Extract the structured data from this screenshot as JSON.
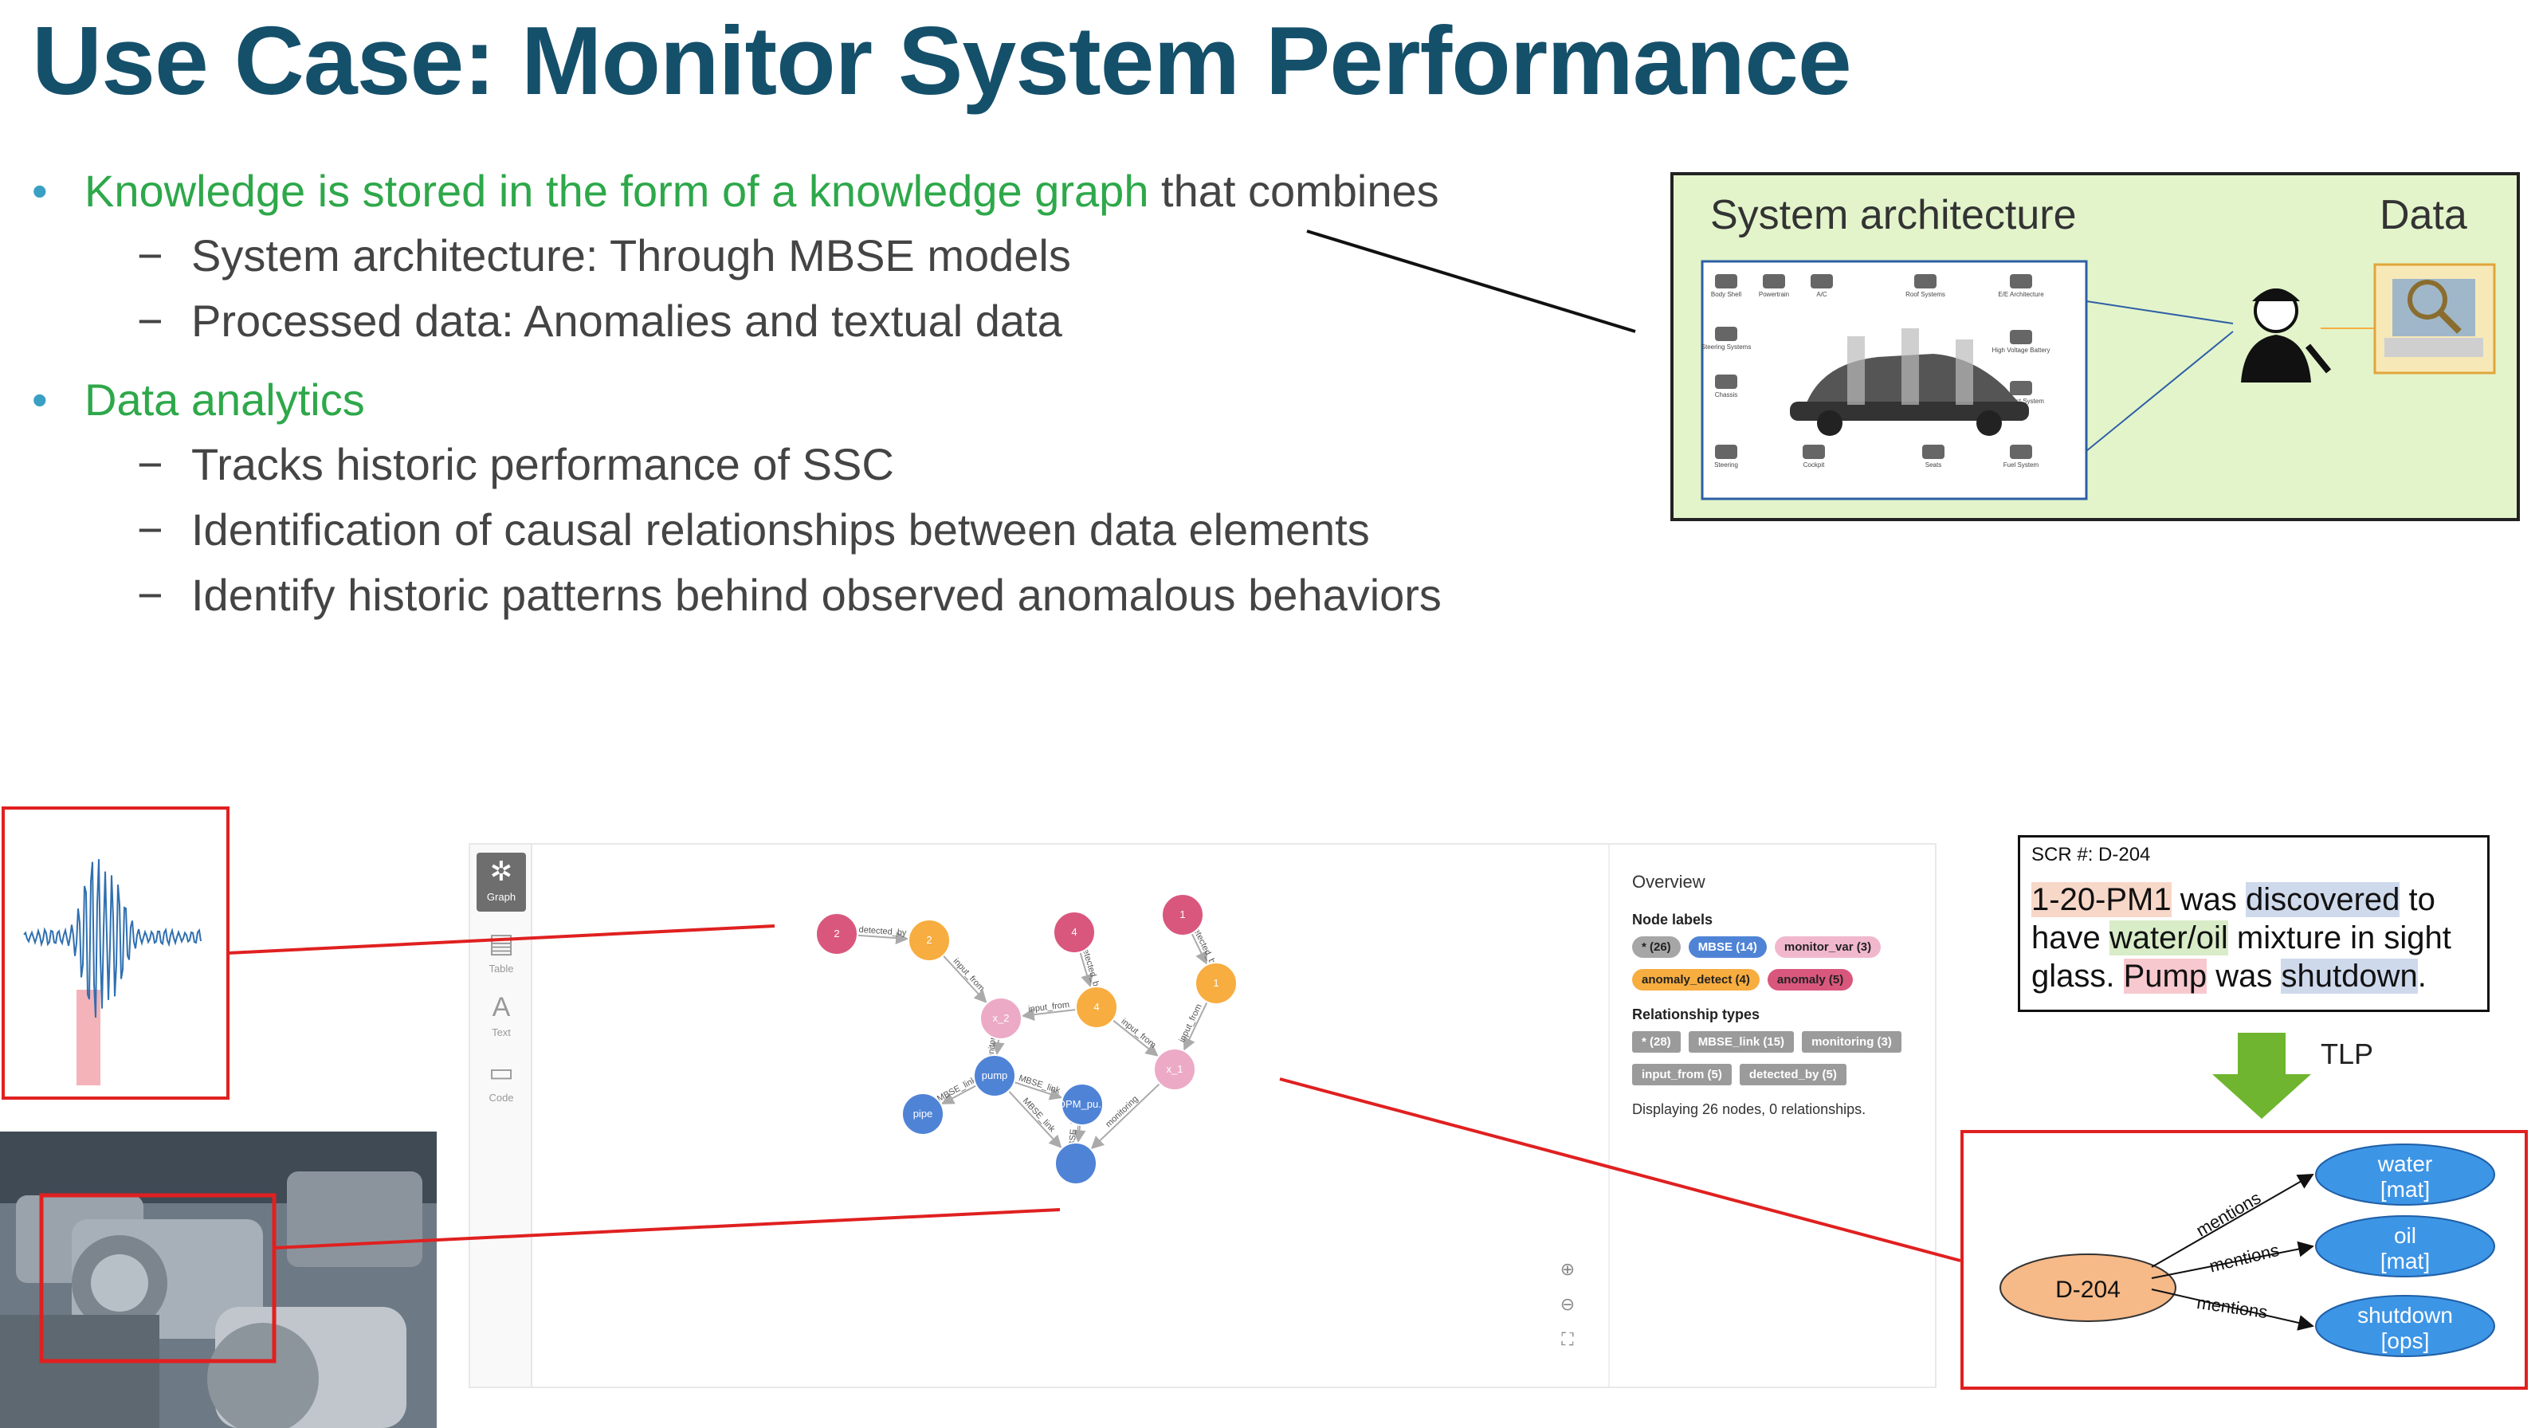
{
  "title": "Use Case: Monitor System Performance",
  "bullets": [
    {
      "green_text": "Knowledge is stored in the form of a knowledge graph",
      "rest_text": " that combines",
      "sub": [
        "System architecture: Through MBSE models",
        "Processed data: Anomalies and textual data"
      ]
    },
    {
      "green_text": "Data analytics",
      "rest_text": "",
      "sub": [
        "Tracks historic performance of SSC",
        "Identification of causal relationships between data elements",
        "Identify historic patterns behind observed anomalous behaviors"
      ]
    }
  ],
  "bullet_glyph": "•",
  "dash_glyph": "−",
  "system_box": {
    "label_left": "System architecture",
    "label_right": "Data",
    "car_part_labels": [
      "Body Shell",
      "Powertrain",
      "A/C",
      "Roof Systems",
      "E/E Architecture",
      "Steering Systems",
      "High Voltage Battery",
      "Chassis",
      "Exhaust System",
      "Steering",
      "Cockpit",
      "Seats",
      "Fuel System"
    ]
  },
  "graph_panel": {
    "sidebar": [
      {
        "label": "Graph",
        "icon": "graph-icon",
        "active": true
      },
      {
        "label": "Table",
        "icon": "table-icon",
        "active": false
      },
      {
        "label": "Text",
        "icon": "text-icon",
        "active": false
      },
      {
        "label": "Code",
        "icon": "code-icon",
        "active": false
      }
    ],
    "overview": {
      "heading": "Overview",
      "node_labels_heading": "Node labels",
      "node_labels": [
        {
          "text": "* (26)",
          "color": "#a6a6a6"
        },
        {
          "text": "MBSE (14)",
          "color": "#4f83d6"
        },
        {
          "text": "monitor_var (3)",
          "color": "#f1b8cd"
        },
        {
          "text": "anomaly_detect (4)",
          "color": "#f7ad3f"
        },
        {
          "text": "anomaly (5)",
          "color": "#d9577d"
        }
      ],
      "rel_types_heading": "Relationship types",
      "rel_types": [
        "* (28)",
        "MBSE_link (15)",
        "monitoring (3)",
        "input_from (5)",
        "detected_by (5)"
      ],
      "footer": "Displaying 26 nodes, 0 relationships."
    },
    "zoom_icons": [
      "zoom-in-icon",
      "zoom-out-icon",
      "fit-icon"
    ],
    "nodes": [
      {
        "label": "2",
        "color": "#d9577d"
      },
      {
        "label": "2",
        "color": "#f7ad3f"
      },
      {
        "label": "x_2",
        "color": "#ecaac6"
      },
      {
        "label": "4",
        "color": "#d9577d"
      },
      {
        "label": "4",
        "color": "#f7ad3f"
      },
      {
        "label": "1",
        "color": "#d9577d"
      },
      {
        "label": "1",
        "color": "#f7ad3f"
      },
      {
        "label": "x_1",
        "color": "#ecaac6"
      },
      {
        "label": "pump",
        "color": "#4f83d6"
      },
      {
        "label": "pipe",
        "color": "#4f83d6"
      },
      {
        "label": "OPM_pu...",
        "color": "#4f83d6"
      },
      {
        "label": "",
        "color": "#4f83d6"
      }
    ],
    "edges": [
      "detected_by",
      "input_from",
      "input_from",
      "detected_by",
      "input_from",
      "detected_by",
      "input_from",
      "monitoring",
      "monitoring",
      "MBSE_link",
      "MBSE_link",
      "MBSE_link",
      "MBSE_link"
    ]
  },
  "scr": {
    "id": "SCR #: D-204",
    "segments": [
      {
        "text": "1-20-PM1",
        "hl": "pink"
      },
      {
        "text": " was ",
        "hl": ""
      },
      {
        "text": "discovered",
        "hl": "blue"
      },
      {
        "text": " to have ",
        "hl": ""
      },
      {
        "text": "water/oil",
        "hl": "green"
      },
      {
        "text": " mixture in sight glass. ",
        "hl": ""
      },
      {
        "text": "Pump",
        "hl": "red"
      },
      {
        "text": " was ",
        "hl": ""
      },
      {
        "text": "shutdown",
        "hl": "blue"
      },
      {
        "text": ".",
        "hl": ""
      }
    ]
  },
  "tlp_label": "TLP",
  "tlp_graph": {
    "source": "D-204",
    "targets": [
      [
        "water",
        "[mat]"
      ],
      [
        "oil",
        "[mat]"
      ],
      [
        "shutdown",
        "[ops]"
      ]
    ],
    "edge_label": "mentions"
  },
  "colors": {
    "title": "#15506b",
    "green_text": "#2ea84a",
    "accent_red": "#e02020",
    "sys_box_bg": "#e3f4cb",
    "arrow_green": "#6fb52f"
  }
}
